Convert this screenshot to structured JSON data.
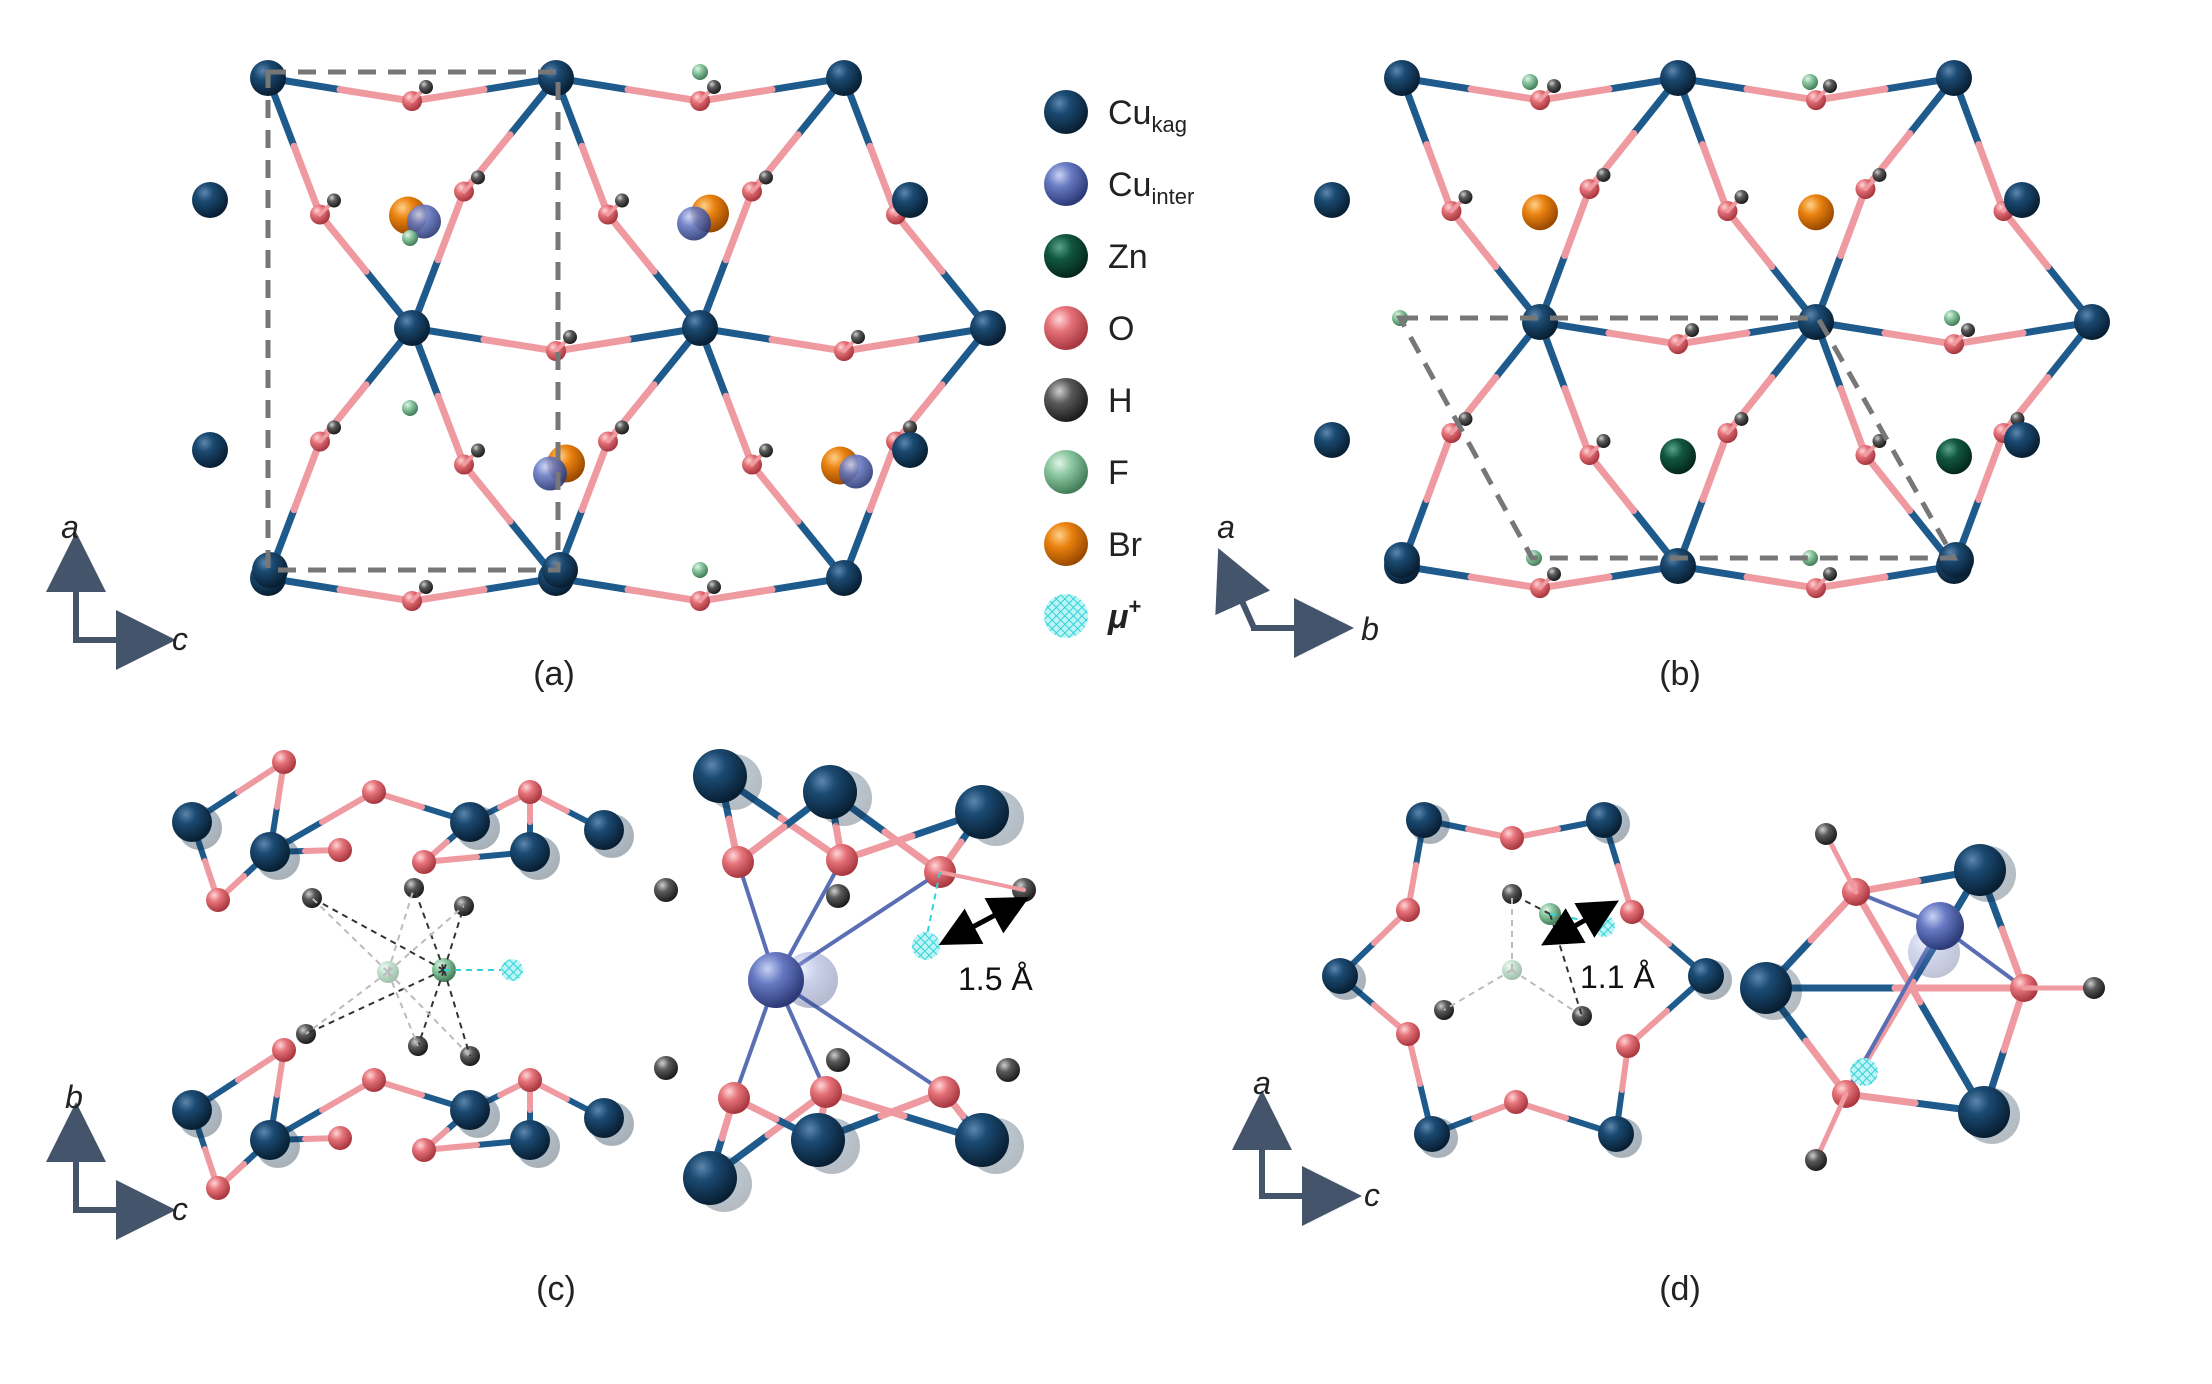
{
  "legend": [
    {
      "symbol": "Cu",
      "sub": "kag",
      "sup": "",
      "bold": false,
      "color": "#0f3a5c"
    },
    {
      "symbol": "Cu",
      "sub": "inter",
      "sup": "",
      "bold": false,
      "color": "#5a6eb4"
    },
    {
      "symbol": "Zn",
      "sub": "",
      "sup": "",
      "bold": false,
      "color": "#0d4a3a"
    },
    {
      "symbol": "O",
      "sub": "",
      "sup": "",
      "bold": false,
      "color": "#e06a72"
    },
    {
      "symbol": "H",
      "sub": "",
      "sup": "",
      "bold": false,
      "color": "#4a4a4a"
    },
    {
      "symbol": "F",
      "sub": "",
      "sup": "",
      "bold": false,
      "color": "#7fbf95"
    },
    {
      "symbol": "Br",
      "sub": "",
      "sup": "",
      "bold": false,
      "color": "#e07a10"
    },
    {
      "symbol": "μ",
      "sub": "",
      "sup": "+",
      "bold": true,
      "color": "#5fe3e6"
    }
  ],
  "panels": {
    "a": {
      "label": "(a)",
      "axis_vertical": "a",
      "axis_horizontal": "c"
    },
    "b": {
      "label": "(b)",
      "axis_vertical": "a",
      "axis_horizontal": "b"
    },
    "c": {
      "label": "(c)",
      "axis_vertical": "b",
      "axis_horizontal": "c",
      "distance": "1.5 Å"
    },
    "d": {
      "label": "(d)",
      "axis_vertical": "a",
      "axis_horizontal": "c",
      "distance": "1.1 Å"
    }
  },
  "colors": {
    "cu_kag": "#0f3a5c",
    "cu_inter": "#5a6eb4",
    "zn": "#0d4a3a",
    "oxygen": "#e06a72",
    "hydrogen": "#4a4a4a",
    "fluorine": "#7fbf95",
    "bromine": "#e07a10",
    "muon": "#5fe3e6",
    "axis": "#44546a"
  }
}
